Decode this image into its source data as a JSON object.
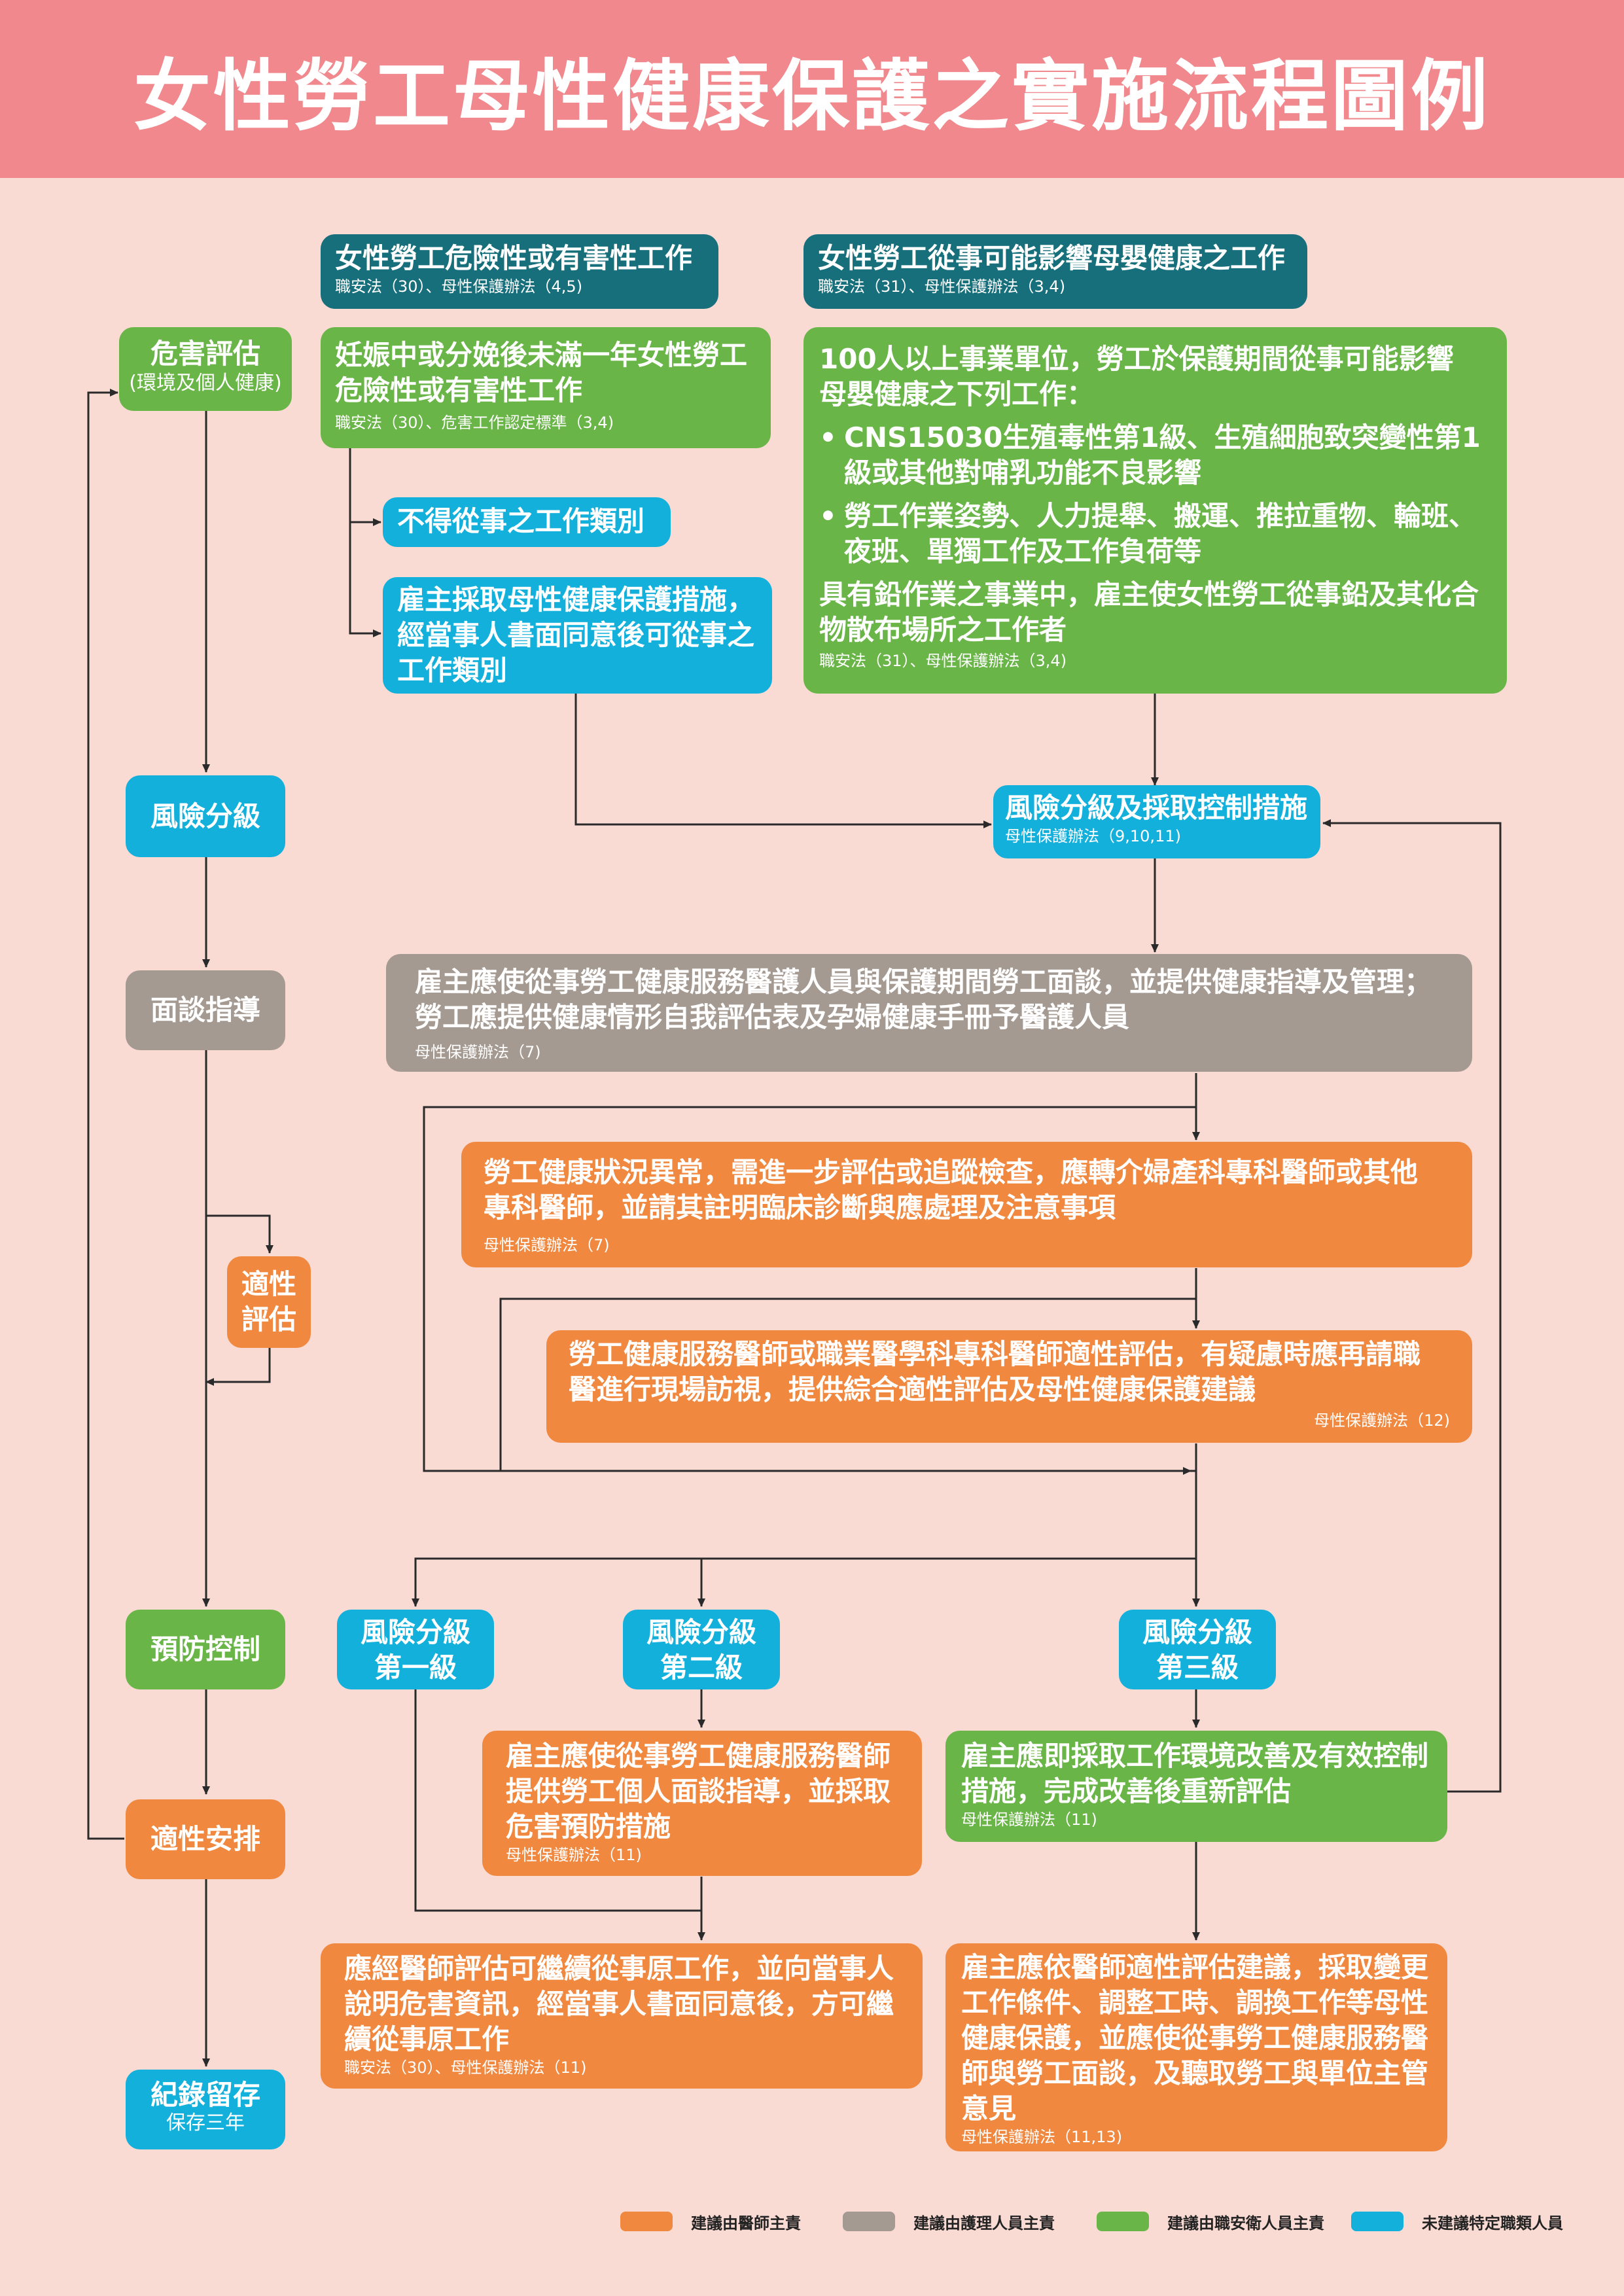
{
  "title": "女性勞工母性健康保護之實施流程圖例",
  "side": {
    "hazard": {
      "label": "危害評估",
      "sub": "(環境及個人健康)"
    },
    "risk": {
      "label": "風險分級"
    },
    "interview": {
      "label": "面談指導"
    },
    "fitness": {
      "line1": "適性",
      "line2": "評估"
    },
    "prevent": {
      "label": "預防控制"
    },
    "arrange": {
      "label": "適性安排"
    },
    "record": {
      "label": "紀錄留存",
      "sub": "保存三年"
    }
  },
  "top": {
    "hazardous_work": {
      "title": "女性勞工危險性或有害性工作",
      "ref": "職安法（30）、母性保護辦法（4,5)"
    },
    "affect_work": {
      "title": "女性勞工從事可能影響母嬰健康之工作",
      "ref": "職安法（31）、母性保護辦法（3,4)"
    }
  },
  "pregnant": {
    "line1": "妊娠中或分娩後未滿一年女性勞工",
    "line2": "危險性或有害性工作",
    "ref": "職安法（30）、危害工作認定標準（3,4)"
  },
  "forbidden": {
    "label": "不得從事之工作類別"
  },
  "consent": {
    "line1": "雇主採取母性健康保護措施，",
    "line2": "經當事人書面同意後可從事之",
    "line3": "工作類別"
  },
  "over100": {
    "line1": "100人以上事業單位，勞工於保護期間從事可能影響",
    "line2": "母嬰健康之下列工作：",
    "bullet1": "CNS15030生殖毒性第1級、生殖細胞致突變性第1級或其他對哺乳功能不良影響",
    "bullet2": "勞工作業姿勢、人力提舉、搬運、推拉重物、輪班、夜班、單獨工作及工作負荷等",
    "lead1": "具有鉛作業之事業中，雇主使女性勞工從事鉛及其化合",
    "lead2": "物散布場所之工作者",
    "ref": "職安法（31）、母性保護辦法（3,4)"
  },
  "risk_control": {
    "title": "風險分級及採取控制措施",
    "ref": "母性保護辦法（9,10,11)"
  },
  "interview_box": {
    "line1": "雇主應使從事勞工健康服務醫護人員與保護期間勞工面談，並提供健康指導及管理；",
    "line2": "勞工應提供健康情形自我評估表及孕婦健康手冊予醫護人員",
    "ref": "母性保護辦法（7)"
  },
  "abnormal": {
    "line1": "勞工健康狀況異常，需進一步評估或追蹤檢查，應轉介婦產科專科醫師或其他",
    "line2": "專科醫師，並請其註明臨床診斷與應處理及注意事項",
    "ref": "母性保護辦法（7)"
  },
  "fitness_box": {
    "line1": "勞工健康服務醫師或職業醫學科專科醫師適性評估，有疑慮時應再請職",
    "line2": "醫進行現場訪視，提供綜合適性評估及母性健康保護建議",
    "ref": "母性保護辦法（12)"
  },
  "levels": {
    "l1": {
      "line1": "風險分級",
      "line2": "第一級"
    },
    "l2": {
      "line1": "風險分級",
      "line2": "第二級"
    },
    "l3": {
      "line1": "風險分級",
      "line2": "第三級"
    }
  },
  "level2_box": {
    "line1": "雇主應使從事勞工健康服務醫師",
    "line2": "提供勞工個人面談指導，並採取",
    "line3": "危害預防措施",
    "ref": "母性保護辦法（11)"
  },
  "level3_box": {
    "line1": "雇主應即採取工作環境改善及有效控制",
    "line2": "措施，完成改善後重新評估",
    "ref": "母性保護辦法（11)"
  },
  "continue_box": {
    "line1": "應經醫師評估可繼續從事原工作，並向當事人",
    "line2": "說明危害資訊，經當事人書面同意後，方可繼",
    "line3": "續從事原工作",
    "ref": "職安法（30）、母性保護辦法（11)"
  },
  "adjust_box": {
    "line1": "雇主應依醫師適性評估建議，採取變更",
    "line2": "工作條件、調整工時、調換工作等母性",
    "line3": "健康保護，並應使從事勞工健康服務醫",
    "line4": "師與勞工面談，及聽取勞工與單位主管",
    "line5": "意見",
    "ref": "母性保護辦法（11,13)"
  },
  "legend": [
    {
      "label": "建議由醫師主責",
      "color": "#f0883f"
    },
    {
      "label": "建議由護理人員主責",
      "color": "#a49a91"
    },
    {
      "label": "建議由職安衛人員主責",
      "color": "#6ab547"
    },
    {
      "label": "未建議特定職類人員",
      "color": "#13b0dc"
    }
  ]
}
